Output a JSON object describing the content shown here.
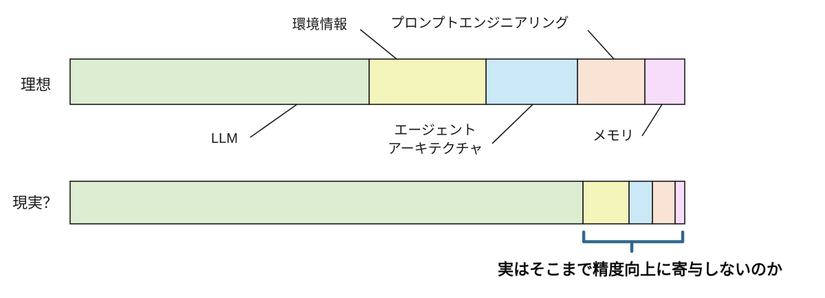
{
  "chart_data": {
    "type": "bar",
    "title": "",
    "xlabel": "",
    "ylabel": "",
    "orientation": "horizontal-stacked",
    "categories": [
      "理想",
      "現実？"
    ],
    "series": [
      {
        "name": "LLM",
        "color": "#dcedd2",
        "values": [
          48.6,
          83.5
        ]
      },
      {
        "name": "環境情報",
        "color": "#f3f5bb",
        "values": [
          19.0,
          7.5
        ]
      },
      {
        "name": "エージェント\nアーキテクチャ",
        "color": "#cbe8f7",
        "values": [
          14.9,
          3.8
        ]
      },
      {
        "name": "プロンプトエンジニアリング",
        "color": "#f8e3d5",
        "values": [
          11.0,
          3.7
        ]
      },
      {
        "name": "メモリ",
        "color": "#f8ddfa",
        "values": [
          6.5,
          1.5
        ]
      }
    ],
    "note": "Stacked horizontal bars: ideal vs. reality contribution split"
  },
  "rows": [
    {
      "label": "理想",
      "name": "ideal"
    },
    {
      "label": "現実？",
      "name": "reality"
    }
  ],
  "callouts": {
    "llm": "LLM",
    "environment_info": "環境情報",
    "agent_architecture_line1": "エージェント",
    "agent_architecture_line2": "アーキテクチャ",
    "prompt_engineering": "プロンプトエンジニアリング",
    "memory": "メモリ"
  },
  "annotation": {
    "text": "実はそこまで精度向上に寄与しないのか",
    "bracket_color": "#31688e"
  },
  "colors": {
    "llm": "#dcedd2",
    "environment_info": "#f3f5bb",
    "agent_architecture": "#cbe8f7",
    "prompt_engineering": "#f8e3d5",
    "memory": "#f8ddfa",
    "outline": "#1a1a1a",
    "background": "#ffffff",
    "bracket": "#31688e"
  }
}
